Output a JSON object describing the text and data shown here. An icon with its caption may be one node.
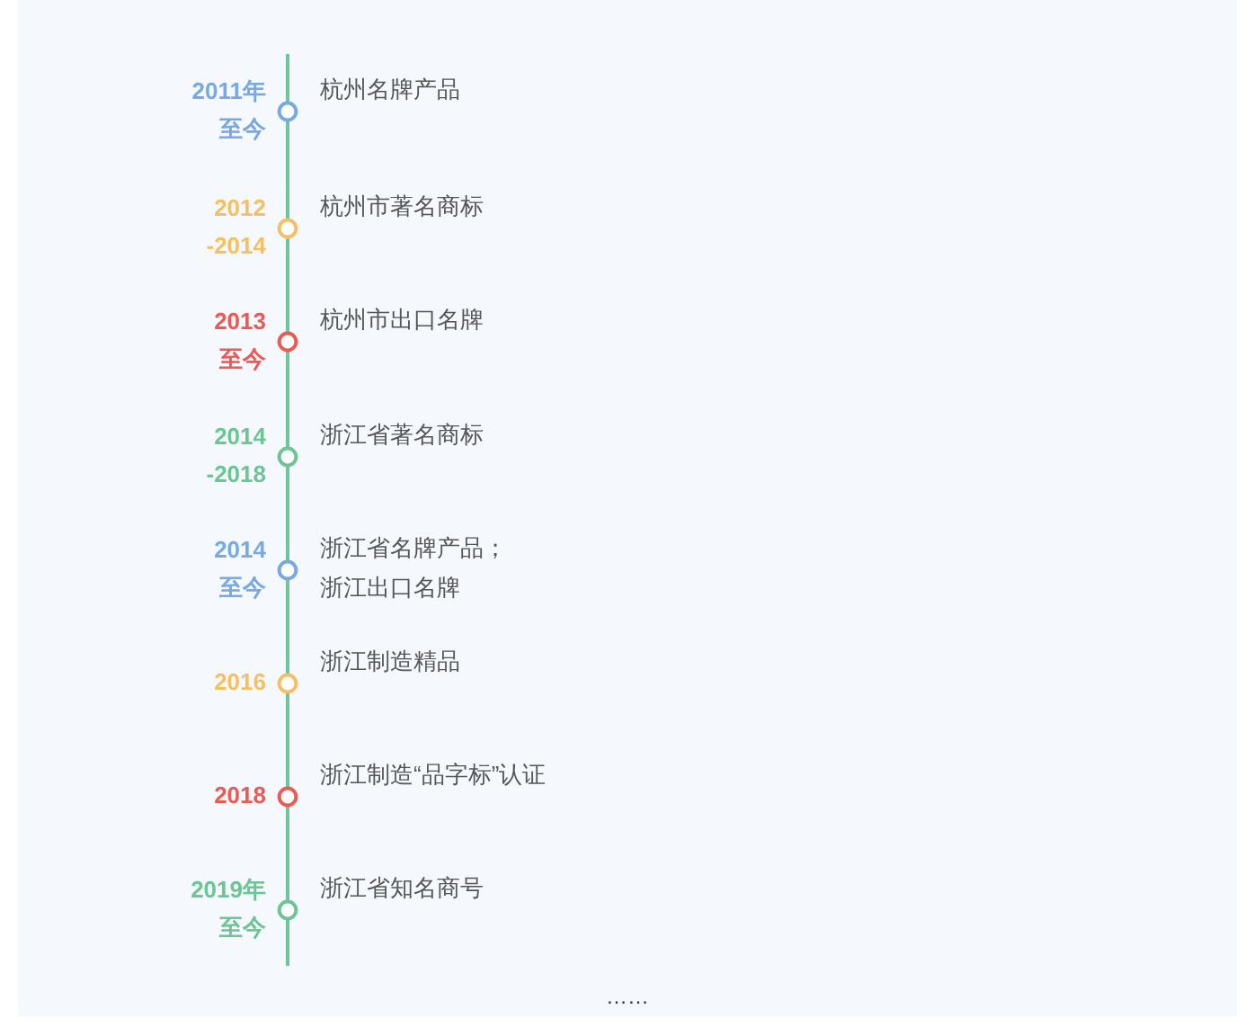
{
  "diagram": {
    "nodes": [
      {
        "text": [],
        "shape": "circle",
        "beside": [
          "2011年至今",
          "杭州名牌产品"
        ]
      },
      {
        "text": [],
        "shape": "circle",
        "beside": [
          "2012 -2014",
          "杭州市著名商标"
        ]
      },
      {
        "text": [],
        "shape": "circle",
        "beside": [
          "2013 至今",
          "杭州市出口名牌"
        ]
      },
      {
        "text": [],
        "shape": "circle",
        "beside": [
          "2014 -2018",
          "浙江省著名商标"
        ]
      },
      {
        "text": [],
        "shape": "circle",
        "beside": [
          "2014 至今",
          "浙江省名牌产品；浙江出口名牌"
        ]
      },
      {
        "text": [],
        "shape": "circle",
        "beside": [
          "2016",
          "浙江制造精品"
        ]
      },
      {
        "text": [],
        "shape": "circle",
        "beside": [
          "2018",
          "浙江制造“品字标”认证"
        ]
      },
      {
        "text": [],
        "shape": "circle",
        "beside": [
          "2019年至今",
          "浙江省知名商号"
        ]
      }
    ],
    "labels": [
      "……"
    ]
  }
}
